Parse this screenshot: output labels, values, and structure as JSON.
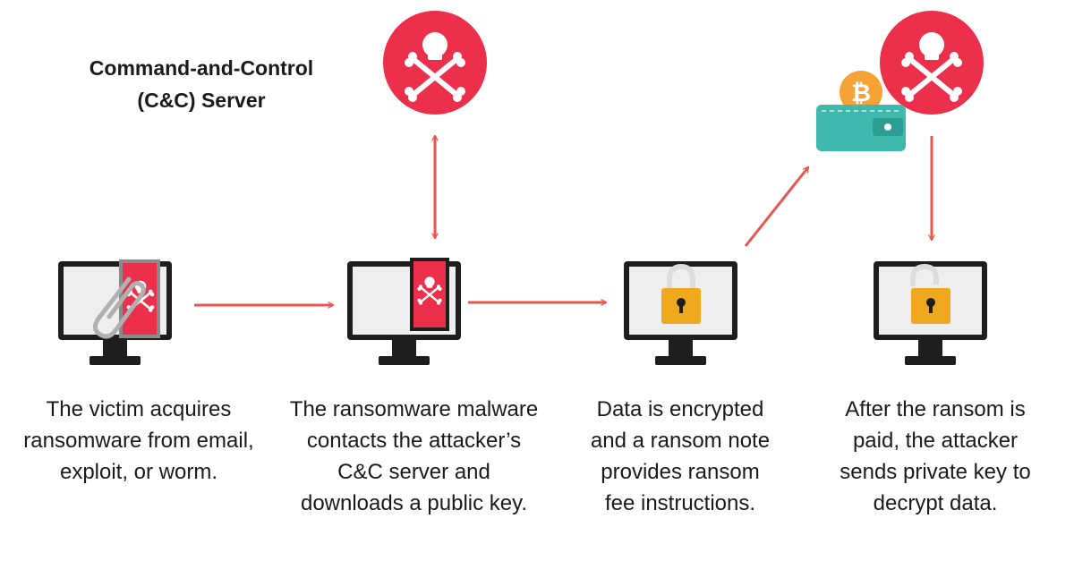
{
  "server": {
    "title_line1": "Command-and-Control",
    "title_line2": "(C&C) Server"
  },
  "steps": [
    {
      "caption": "The victim acquires\nransomware from email,\nexploit, or worm."
    },
    {
      "caption": "The ransomware malware\ncontacts the attacker’s\nC&C server and\ndownloads a public key."
    },
    {
      "caption": "Data is encrypted\nand a ransom note\nprovides ransom\nfee instructions."
    },
    {
      "caption": "After the ransom is\npaid, the attacker\nsends private key to\ndecrypt data."
    }
  ],
  "icons": {
    "skull": "skull-crossbones-icon",
    "paperclip": "paperclip-icon",
    "lock": "lock-icon",
    "unlock": "unlock-icon",
    "wallet": "wallet-icon",
    "bitcoin": "bitcoin-icon"
  },
  "colors": {
    "red": "#ec2f4b",
    "arrow": "#e8564f",
    "lock_gold": "#f0a81e",
    "wallet_teal": "#3fb8ad",
    "bitcoin_orange": "#f5a236",
    "monitor_dark": "#1e1e1e",
    "screen_gray": "#eeeeee"
  }
}
